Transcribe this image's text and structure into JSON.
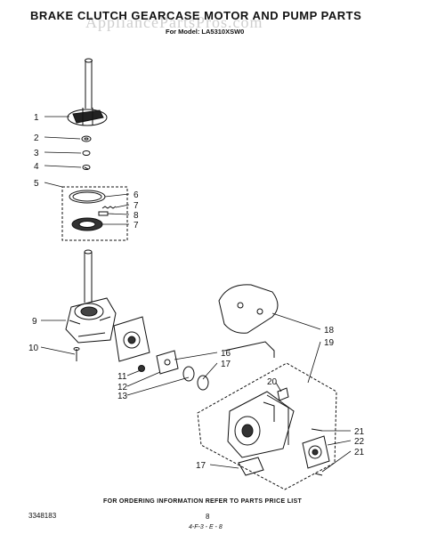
{
  "header": {
    "title": "BRAKE  CLUTCH  GEARCASE  MOTOR  AND  PUMP  PARTS",
    "subtitle": "For Model: LA5310XSW0",
    "watermark": "AppliancePartsPros.com"
  },
  "footer": {
    "order_note": "FOR ORDERING INFORMATION REFER TO PARTS PRICE LIST",
    "document_number": "3348183",
    "page_number": "8",
    "revision_code": "4-F-3 - E - 8"
  },
  "callouts": {
    "c1": "1",
    "c2": "2",
    "c3": "3",
    "c4": "4",
    "c5": "5",
    "c6": "6",
    "c7a": "7",
    "c8": "8",
    "c7b": "7",
    "c9": "9",
    "c10": "10",
    "c11": "11",
    "c12": "12",
    "c13": "13",
    "c16": "16",
    "c17a": "17",
    "c18": "18",
    "c19": "19",
    "c20": "20",
    "c21a": "21",
    "c22": "22",
    "c21b": "21",
    "c17b": "17"
  }
}
